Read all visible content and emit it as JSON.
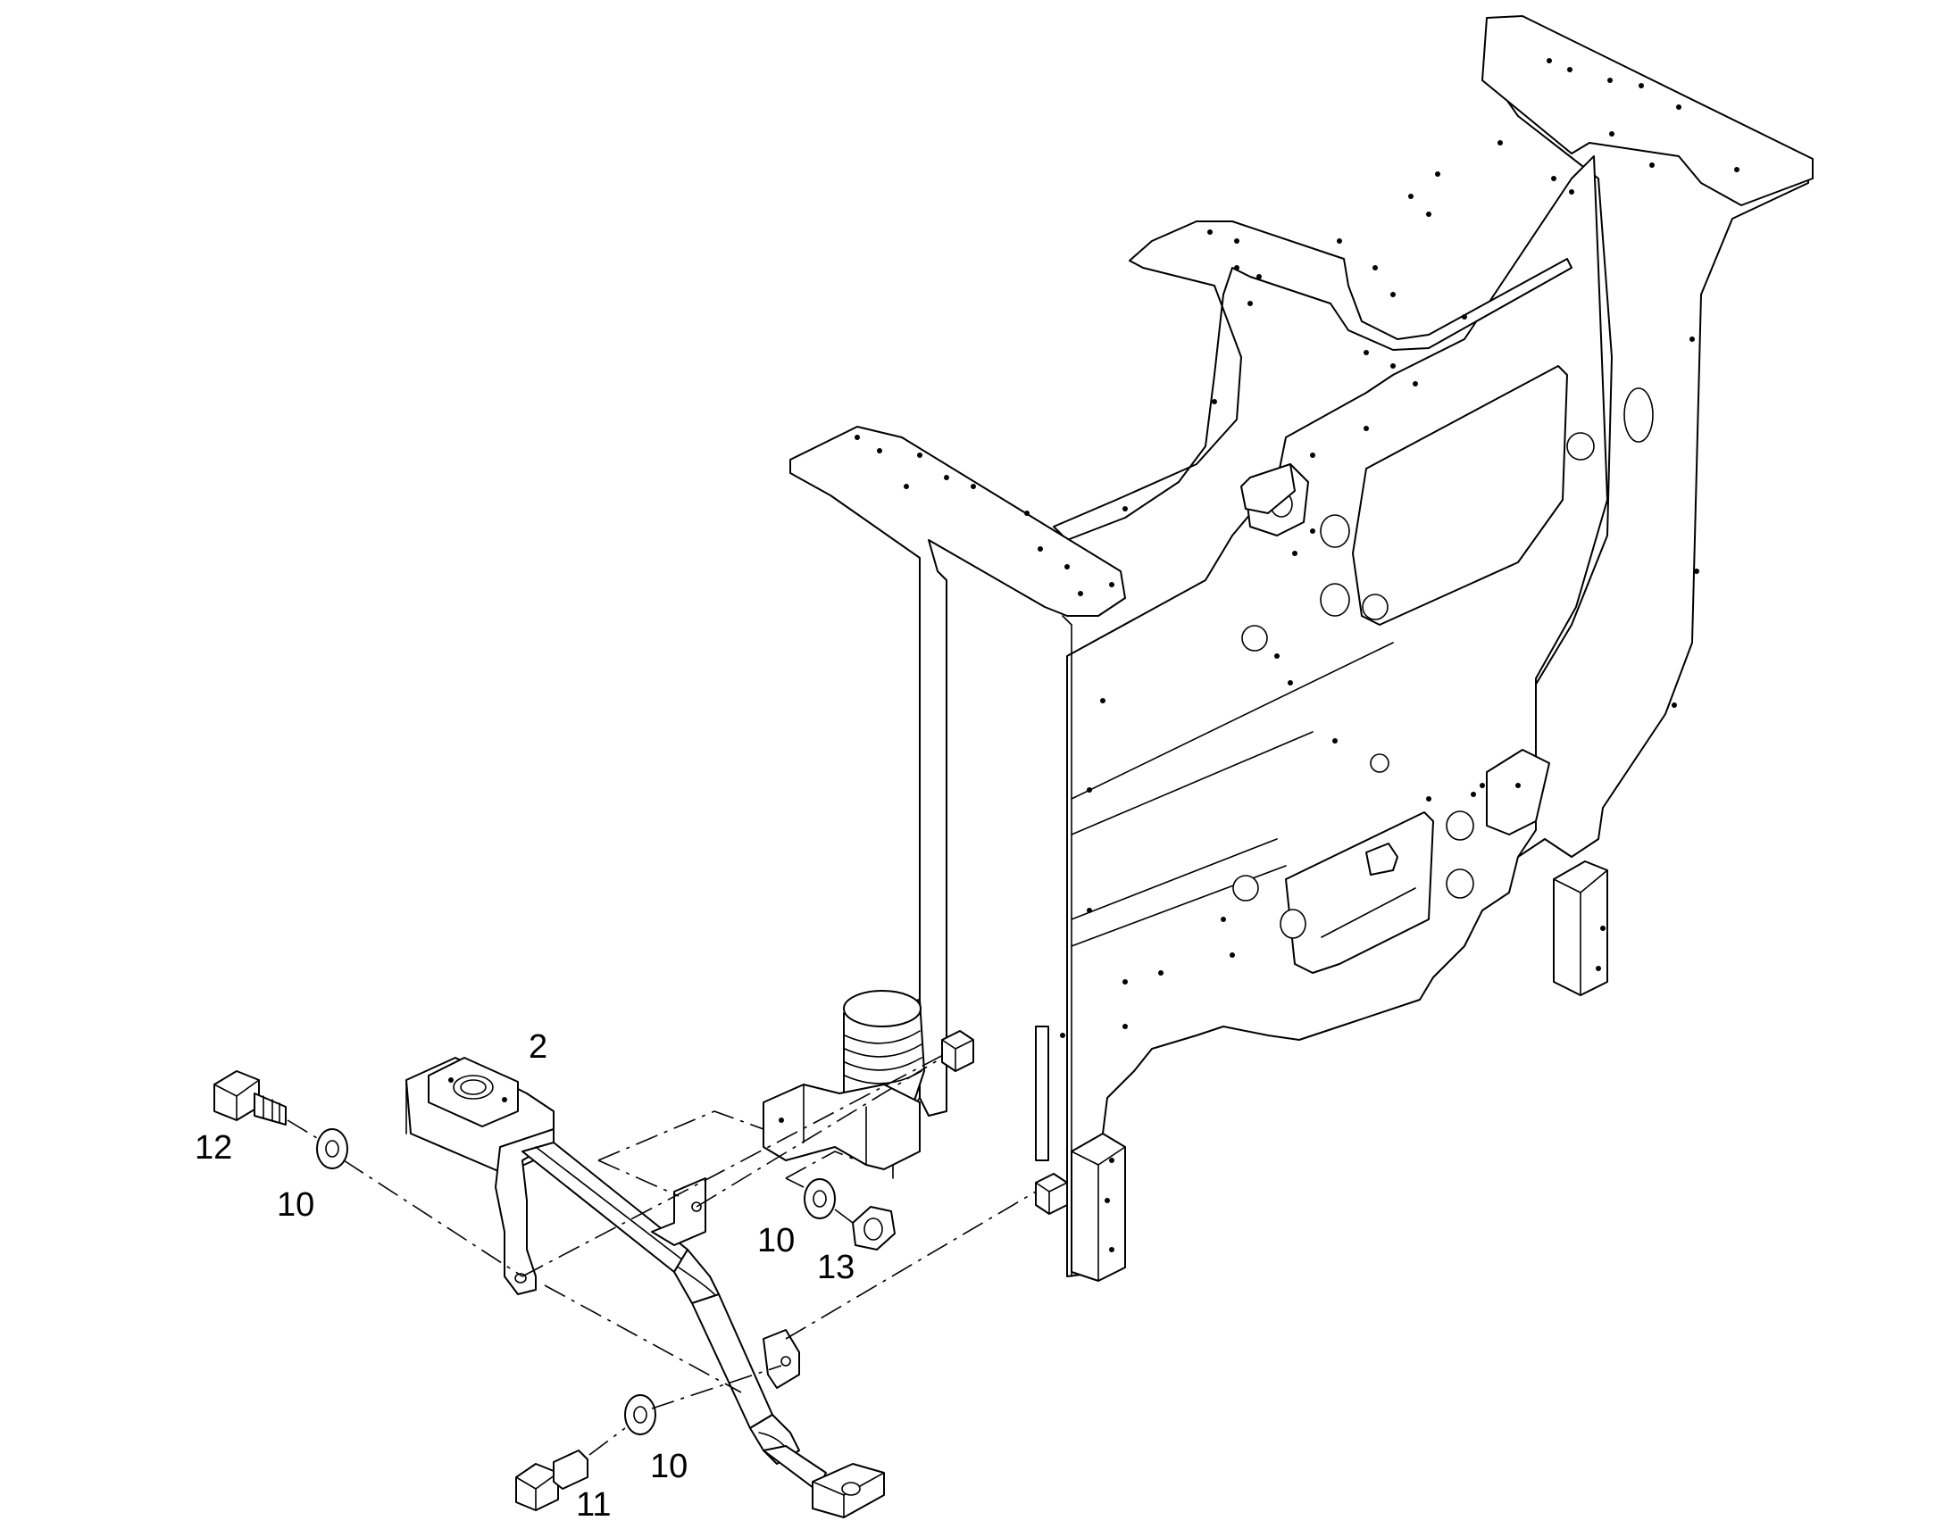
{
  "callouts": [
    {
      "id": "c2",
      "text": "2"
    },
    {
      "id": "c12",
      "text": "12"
    },
    {
      "id": "c10a",
      "text": "10"
    },
    {
      "id": "c10b",
      "text": "10"
    },
    {
      "id": "c13",
      "text": "13"
    },
    {
      "id": "c10c",
      "text": "10"
    },
    {
      "id": "c11",
      "text": "11"
    }
  ]
}
